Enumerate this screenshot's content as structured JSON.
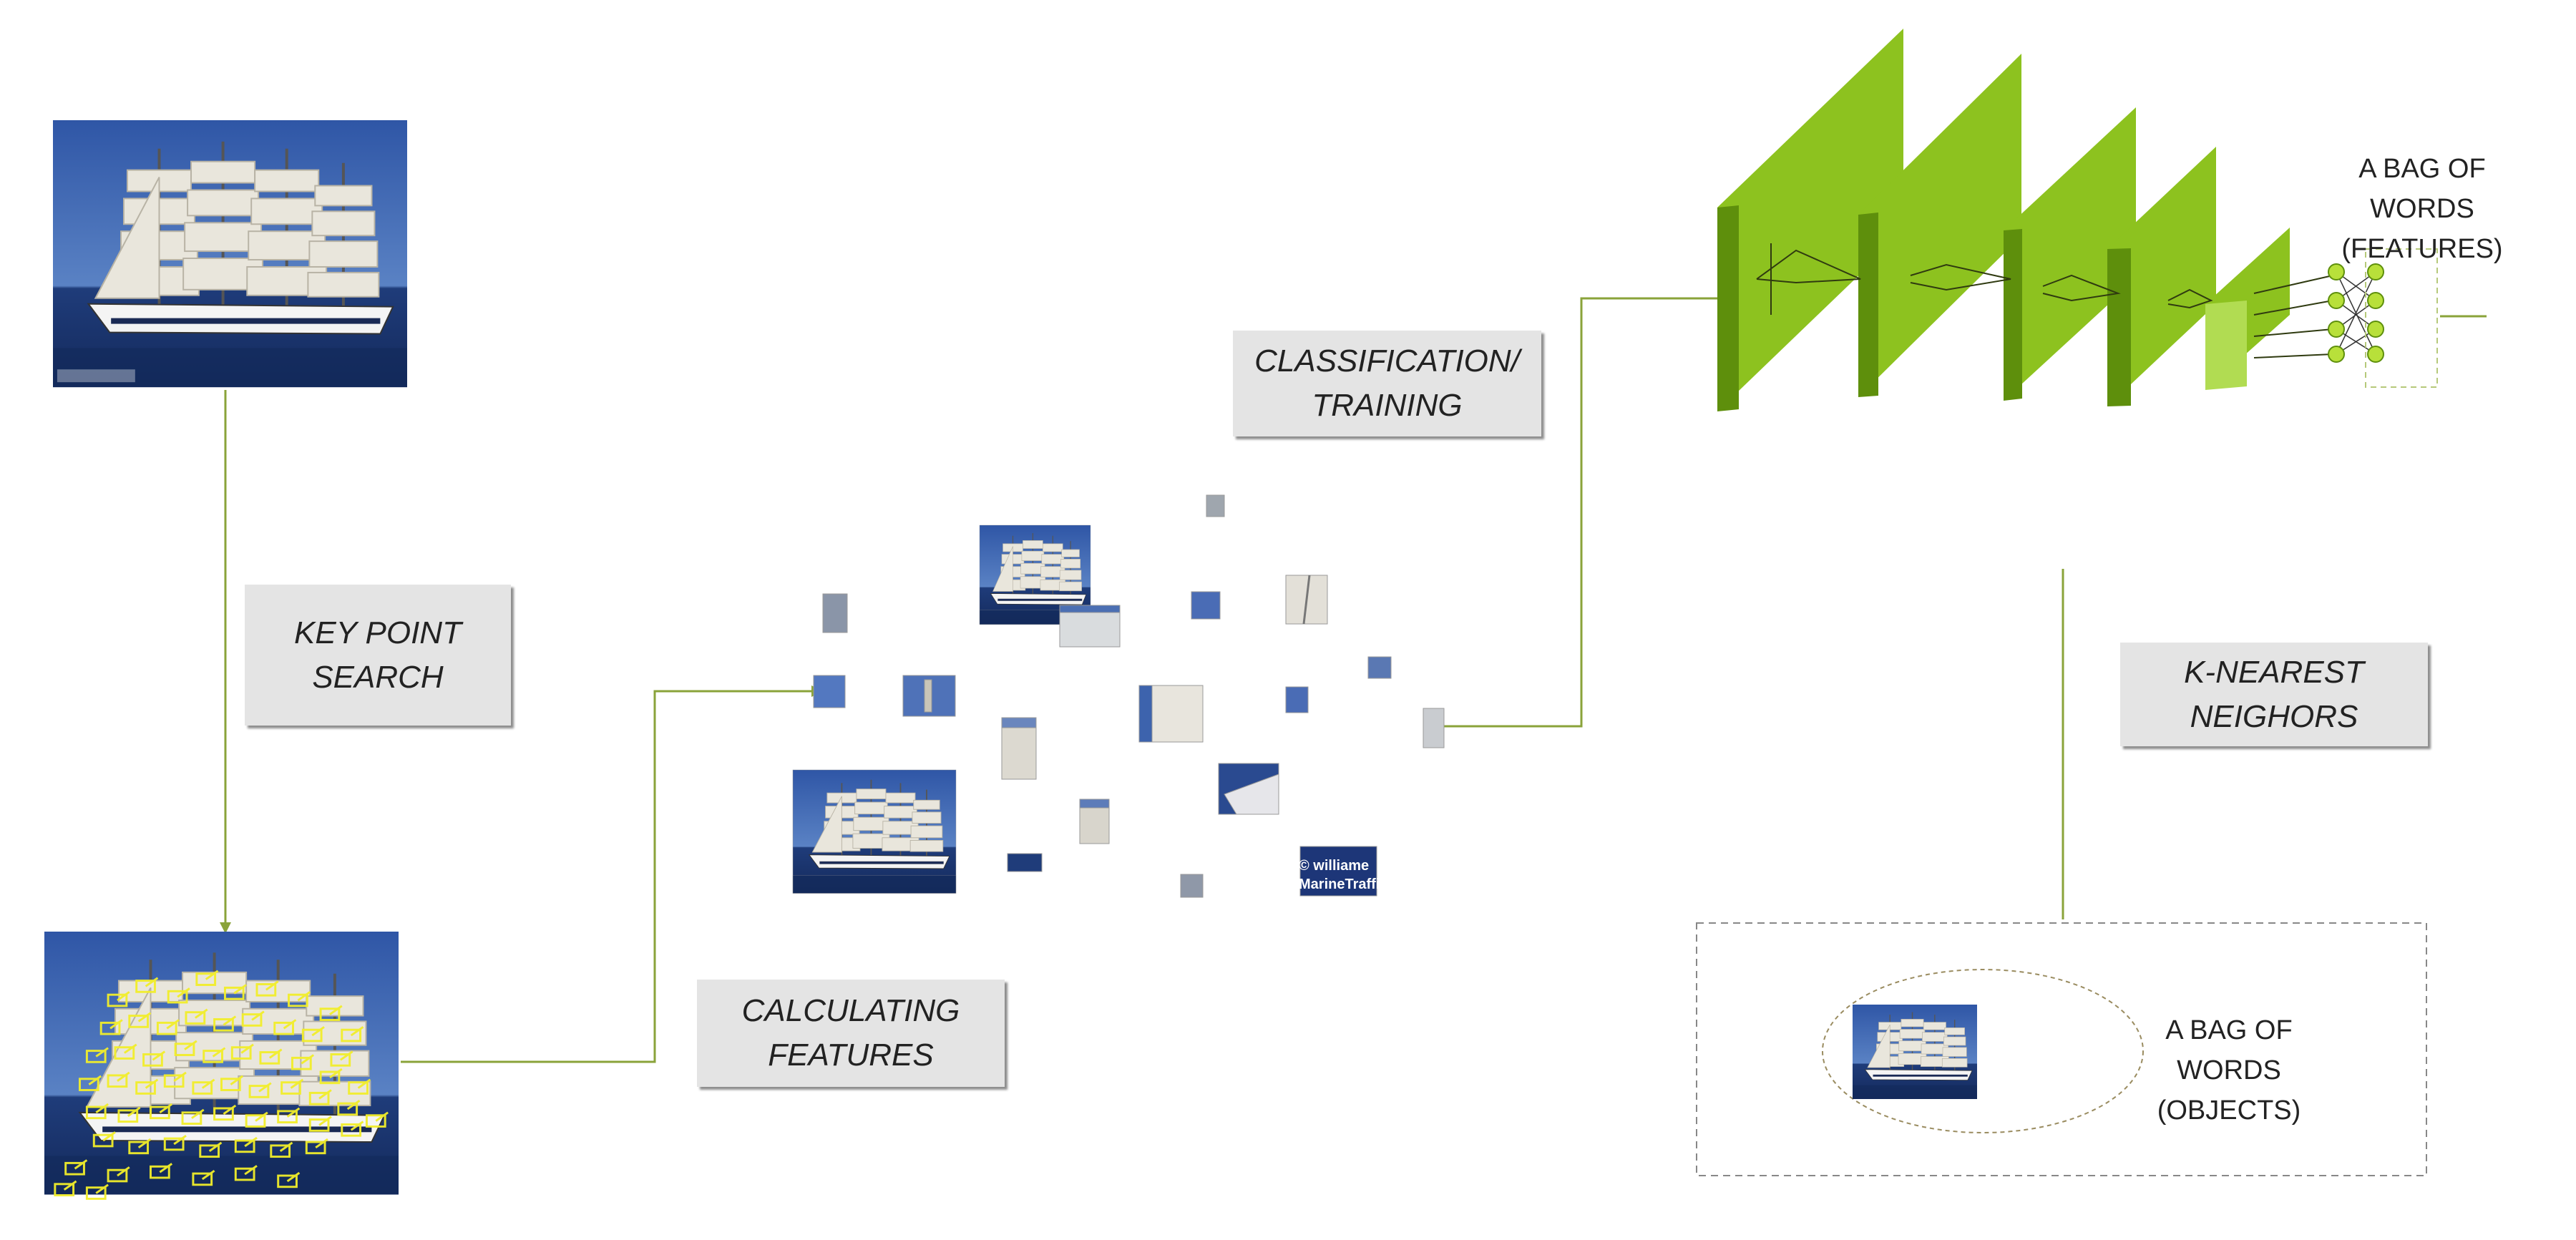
{
  "steps": {
    "key_point": {
      "line1": "KEY POINT",
      "line2": "SEARCH"
    },
    "calc_features": {
      "line1": "CALCULATING",
      "line2": "FEATURES"
    },
    "classification": {
      "line1": "CLASSIFICATION/",
      "line2": "TRAINING"
    },
    "knn": {
      "line1": "K-NEAREST",
      "line2": "NEIGHORS"
    }
  },
  "outputs": {
    "bag_features": {
      "line1": "A BAG OF WORDS",
      "line2": "(FEATURES)"
    },
    "bag_objects": {
      "line1": "A BAG OF WORDS",
      "line2": "(OBJECTS)"
    }
  },
  "images": {
    "ship_photo": "sailing-ship-photo",
    "keypoint_photo": "sailing-ship-with-keypoints",
    "feature_patches": "feature-patch-collage",
    "result_photo": "retrieved-ship-thumbnail",
    "watermark_patch_lines": [
      "© williame",
      "MarineTraffi"
    ]
  },
  "colors": {
    "connector": "#8aa33a",
    "cnn_front": "#8dc21f",
    "cnn_side": "#5e8f0c",
    "cnn_top": "#b1dc52",
    "sky": "#3a5fa8",
    "sea": "#1f3c7a",
    "label_bg": "#e4e4e4"
  }
}
